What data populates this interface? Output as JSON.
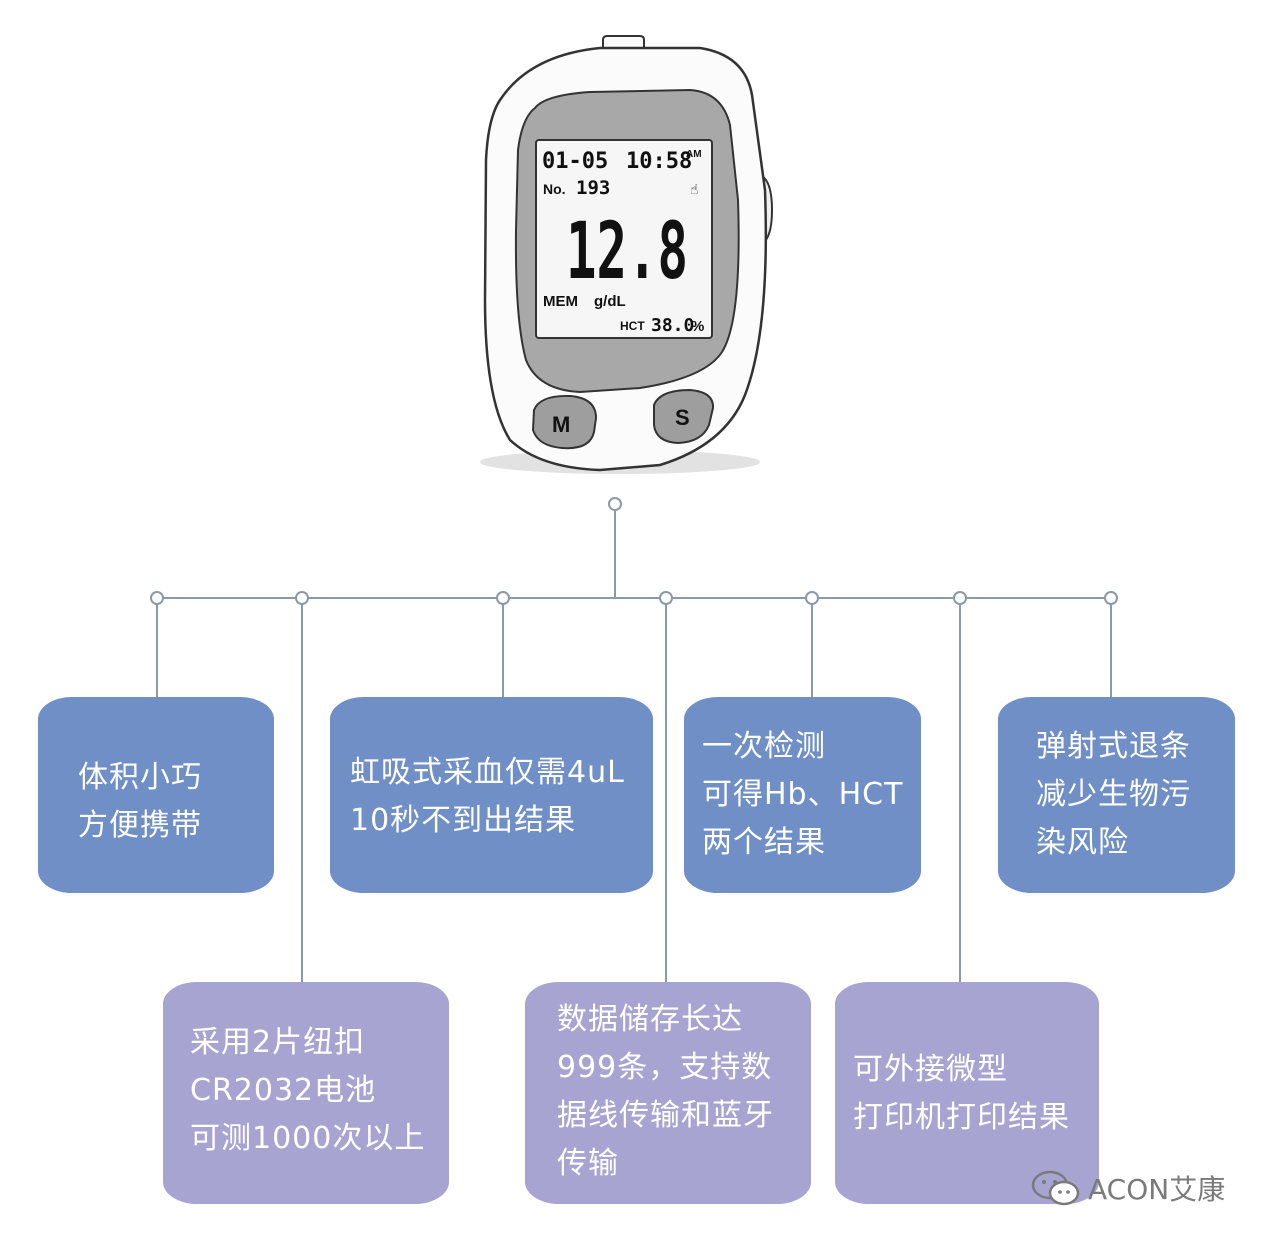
{
  "device": {
    "date": "01-05",
    "time": "10:58",
    "ampm": "AM",
    "no_label": "No.",
    "no_value": "193",
    "reading": "12.8",
    "mem_label": "MEM",
    "unit": "g/dL",
    "hct_label": "HCT",
    "hct_value": "38.0",
    "hct_unit": "%",
    "button_m": "M",
    "button_s": "S"
  },
  "features": [
    {
      "id": "f1",
      "lines": [
        "体积小巧",
        "方便携带"
      ],
      "color": "#6f8fc6"
    },
    {
      "id": "f2",
      "lines": [
        "采用2片纽扣",
        "CR2032电池",
        "可测1000次以上"
      ],
      "color": "#a7a4d2"
    },
    {
      "id": "f3",
      "lines": [
        "虹吸式采血仅需4uL",
        "10秒不到出结果"
      ],
      "color": "#6f8fc6"
    },
    {
      "id": "f4",
      "lines": [
        "数据储存长达",
        "999条，支持数",
        "据线传输和蓝牙",
        "传输"
      ],
      "color": "#a7a4d2"
    },
    {
      "id": "f5",
      "lines": [
        "一次检测",
        "可得Hb、HCT",
        "两个结果"
      ],
      "color": "#6f8fc6"
    },
    {
      "id": "f6",
      "lines": [
        "可外接微型",
        "打印机打印结果"
      ],
      "color": "#a7a4d2"
    },
    {
      "id": "f7",
      "lines": [
        "弹射式退条",
        "减少生物污",
        "染风险"
      ],
      "color": "#6f8fc6"
    }
  ],
  "watermark": "ACON艾康",
  "colors": {
    "connector": "#8a9aa6",
    "blue_box": "#6f8fc6",
    "purple_box": "#a7a4d2"
  }
}
